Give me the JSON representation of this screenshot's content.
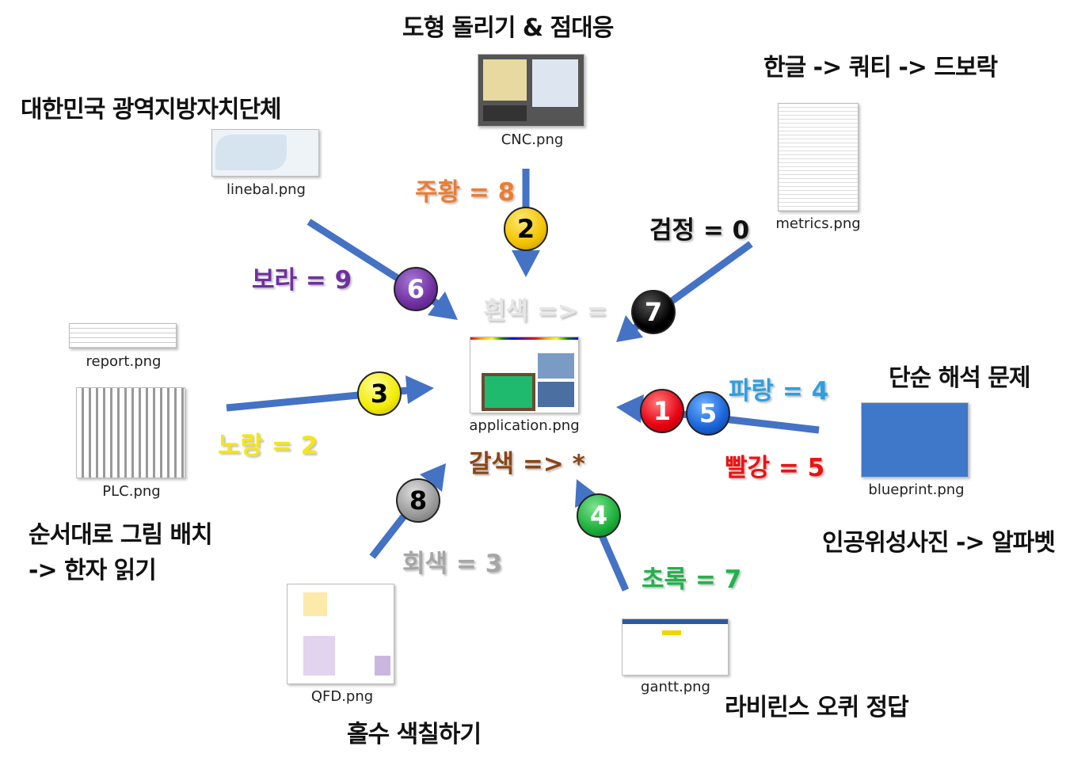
{
  "titles": {
    "cnc": "도형 돌리기 & 점대응",
    "metrics": "한글 -> 쿼티 -> 드보락",
    "linebal": "대한민국 광역지방자치단체",
    "blueprint": "단순 해석 문제",
    "blueprint2": "인공위성사진 -> 알파벳",
    "plc1": "순서대로 그림 배치",
    "plc2": "-> 한자 읽기",
    "gantt": "라비린스 오퀴 정답",
    "qfd": "홀수 색칠하기"
  },
  "files": {
    "cnc": "CNC.png",
    "linebal": "linebal.png",
    "metrics": "metrics.png",
    "report": "report.png",
    "plc": "PLC.png",
    "application": "application.png",
    "blueprint": "blueprint.png",
    "qfd": "QFD.png",
    "gantt": "gantt.png"
  },
  "colors": {
    "orange": {
      "text": "주황 = 8",
      "hex": "#ed7d31"
    },
    "purple": {
      "text": "보라 = 9",
      "hex": "#7030a0"
    },
    "black": {
      "text": "검정 = 0",
      "hex": "#111111"
    },
    "white": {
      "text": "흰색 => =",
      "hex": "#e6e6e6"
    },
    "blue": {
      "text": "파랑 = 4",
      "hex": "#2e9fe0"
    },
    "yellow": {
      "text": "노랑 = 2",
      "hex": "#f5e614"
    },
    "red": {
      "text": "빨강 = 5",
      "hex": "#ee1111"
    },
    "brown": {
      "text": "갈색 => *",
      "hex": "#8b4513"
    },
    "gray": {
      "text": "회색 = 3",
      "hex": "#a6a6a6"
    },
    "green": {
      "text": "초록 = 7",
      "hex": "#22b14c"
    }
  },
  "balls": {
    "b1": "1",
    "b2": "2",
    "b3": "3",
    "b4": "4",
    "b5": "5",
    "b6": "6",
    "b7": "7",
    "b8": "8"
  },
  "arrow_color": "#4472c4"
}
